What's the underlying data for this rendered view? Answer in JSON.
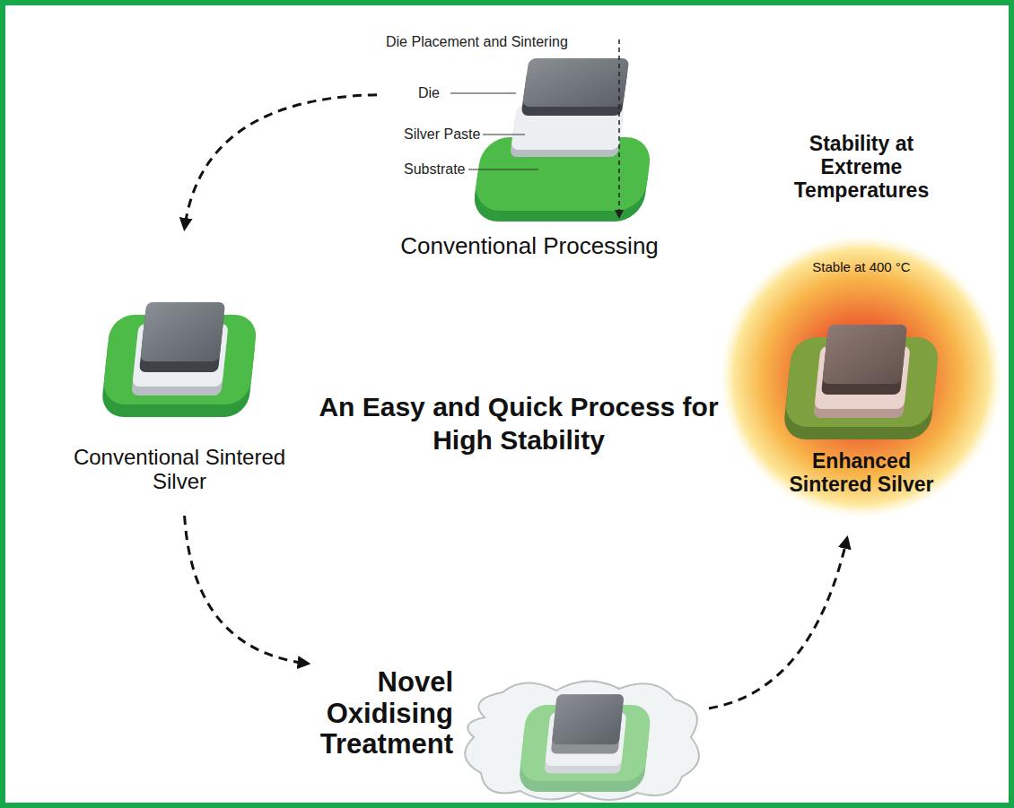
{
  "diagram": {
    "title": "An Easy and Quick Process for High Stability",
    "nodes": [
      {
        "text": [
          "Conventional Processing"
        ]
      },
      {
        "text": [
          "Conventional Sintered Silver"
        ]
      },
      {
        "text": [
          "Novel Oxidising Treatment"
        ]
      },
      {
        "text": [
          "Stability at Extreme Temperatures",
          "Stable at 400 °C",
          "Enhanced Sintered Silver"
        ]
      }
    ],
    "edges": [
      {
        "from": 0,
        "to": 1,
        "arrow": "to"
      },
      {
        "from": 1,
        "to": 2,
        "arrow": "to"
      },
      {
        "from": 2,
        "to": 3,
        "arrow": "to"
      }
    ],
    "labels": [
      "Die Placement and Sintering",
      "Die",
      "Silver Paste",
      "Substrate"
    ]
  }
}
